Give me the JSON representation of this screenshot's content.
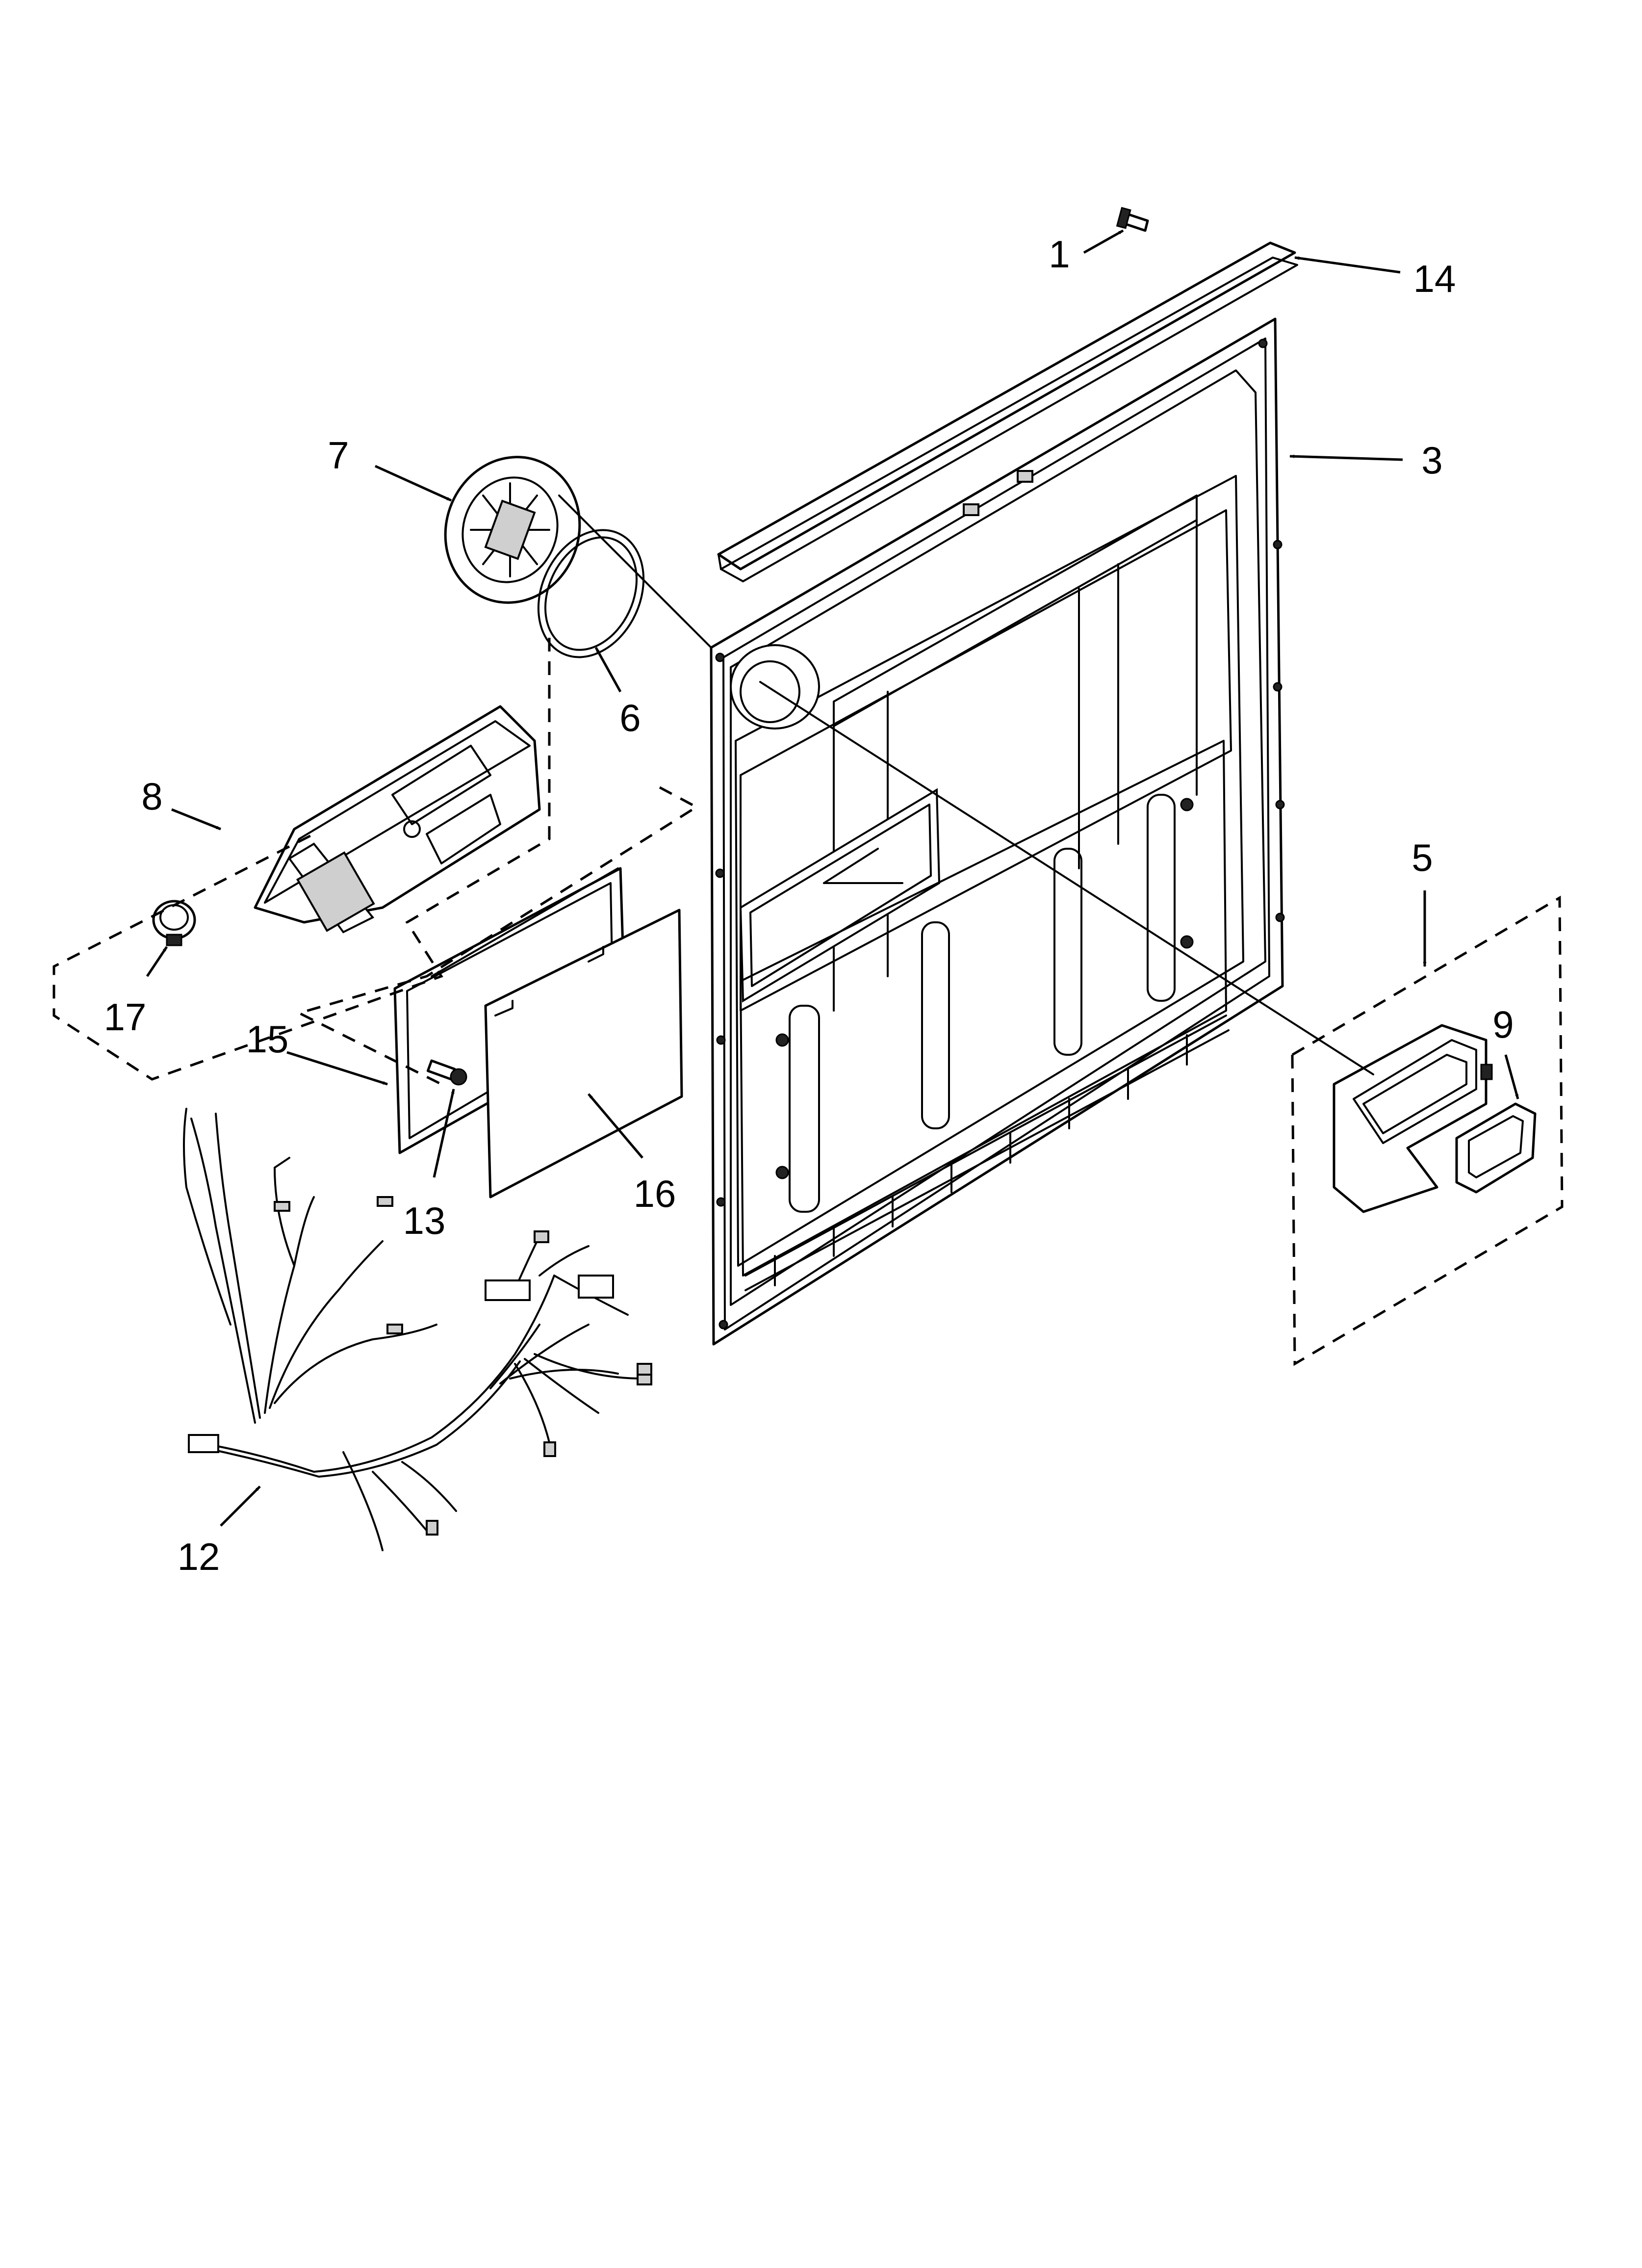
{
  "diagram": {
    "callouts": [
      {
        "id": "c1",
        "label": "1"
      },
      {
        "id": "c14",
        "label": "14"
      },
      {
        "id": "c3",
        "label": "3"
      },
      {
        "id": "c7",
        "label": "7"
      },
      {
        "id": "c6",
        "label": "6"
      },
      {
        "id": "c8",
        "label": "8"
      },
      {
        "id": "c5",
        "label": "5"
      },
      {
        "id": "c9",
        "label": "9"
      },
      {
        "id": "c17",
        "label": "17"
      },
      {
        "id": "c15",
        "label": "15"
      },
      {
        "id": "c13",
        "label": "13"
      },
      {
        "id": "c16",
        "label": "16"
      },
      {
        "id": "c12",
        "label": "12"
      }
    ]
  }
}
